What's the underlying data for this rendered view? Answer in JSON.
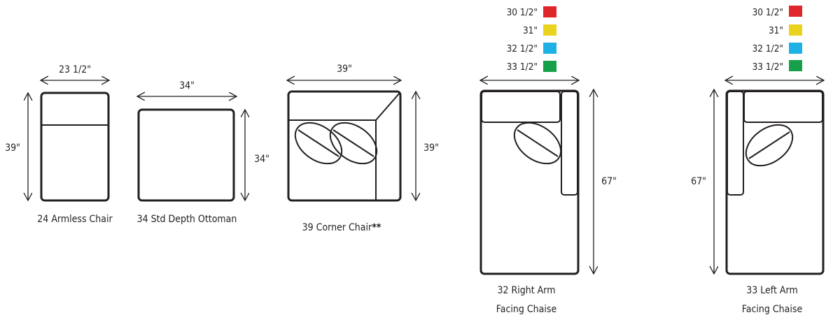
{
  "pieces": {
    "armless_chair": {
      "name": "24 Armless Chair",
      "width": "23 1/2\"",
      "depth": "39\""
    },
    "ottoman": {
      "name": "34 Std Depth Ottoman",
      "width": "34\"",
      "depth": "34\""
    },
    "corner_chair": {
      "name": "39 Corner Chair",
      "name_mark": "**",
      "width": "39\"",
      "depth": "39\""
    },
    "right_chaise": {
      "name_line1": "32 Right Arm",
      "name_line2": "Facing Chaise",
      "depth": "67\""
    },
    "left_chaise": {
      "name_line1": "33 Left Arm",
      "name_line2": "Facing Chaise",
      "depth": "67\""
    }
  },
  "width_legend": [
    {
      "label": "30 1/2\"",
      "color": "#e0262b"
    },
    {
      "label": "31\"",
      "color": "#ebd21e"
    },
    {
      "label": "32 1/2\"",
      "color": "#1eb1e6"
    },
    {
      "label": "33 1/2\"",
      "color": "#17a04a"
    }
  ]
}
